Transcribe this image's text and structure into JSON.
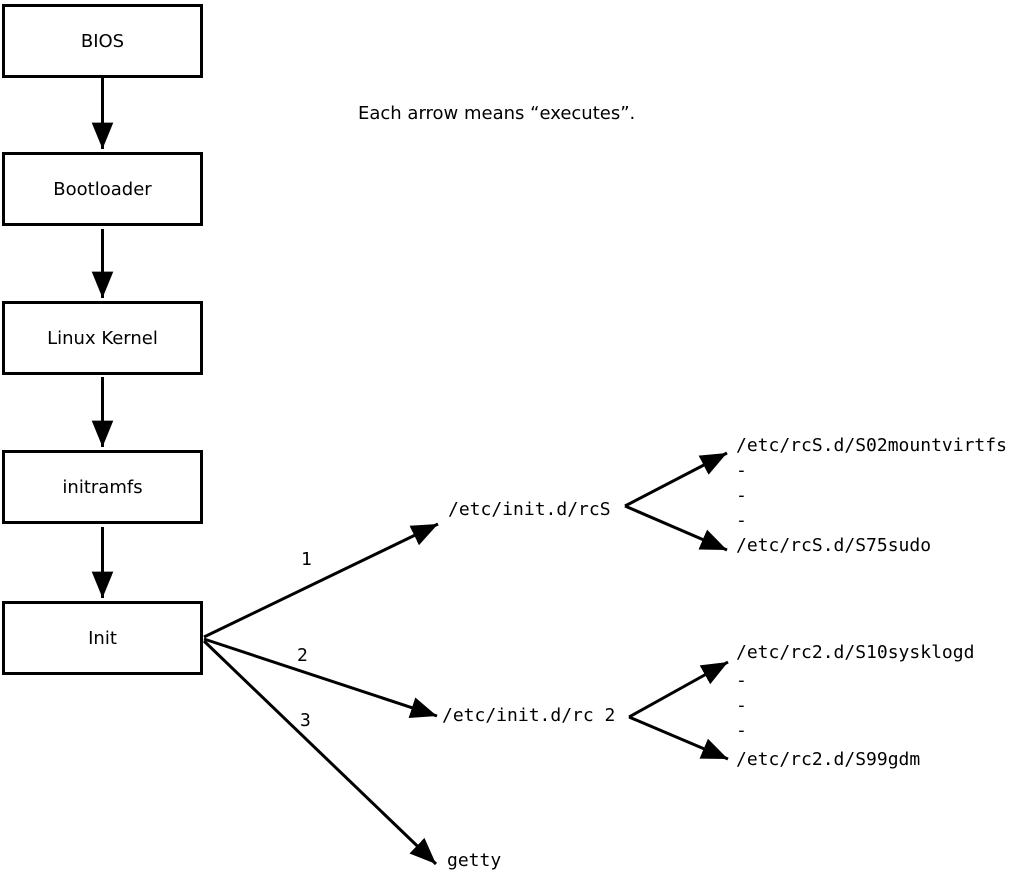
{
  "diagram": {
    "note": "Each arrow means “executes”.",
    "colors": {
      "stroke": "#000000",
      "background": "#ffffff"
    },
    "chain": [
      {
        "label": "BIOS"
      },
      {
        "label": "Bootloader"
      },
      {
        "label": "Linux Kernel"
      },
      {
        "label": "initramfs"
      },
      {
        "label": "Init"
      }
    ],
    "init_branches": [
      {
        "number": "1",
        "target": "/etc/init.d/rcS"
      },
      {
        "number": "2",
        "target": "/etc/init.d/rc 2"
      },
      {
        "number": "3",
        "target": "getty"
      }
    ],
    "rcS_scripts": {
      "first": "/etc/rcS.d/S02mountvirtfs",
      "ellipsis": "-\n-\n-",
      "last": "/etc/rcS.d/S75sudo"
    },
    "rc2_scripts": {
      "first": "/etc/rc2.d/S10sysklogd",
      "ellipsis": "-\n-\n-",
      "last": "/etc/rc2.d/S99gdm"
    }
  }
}
